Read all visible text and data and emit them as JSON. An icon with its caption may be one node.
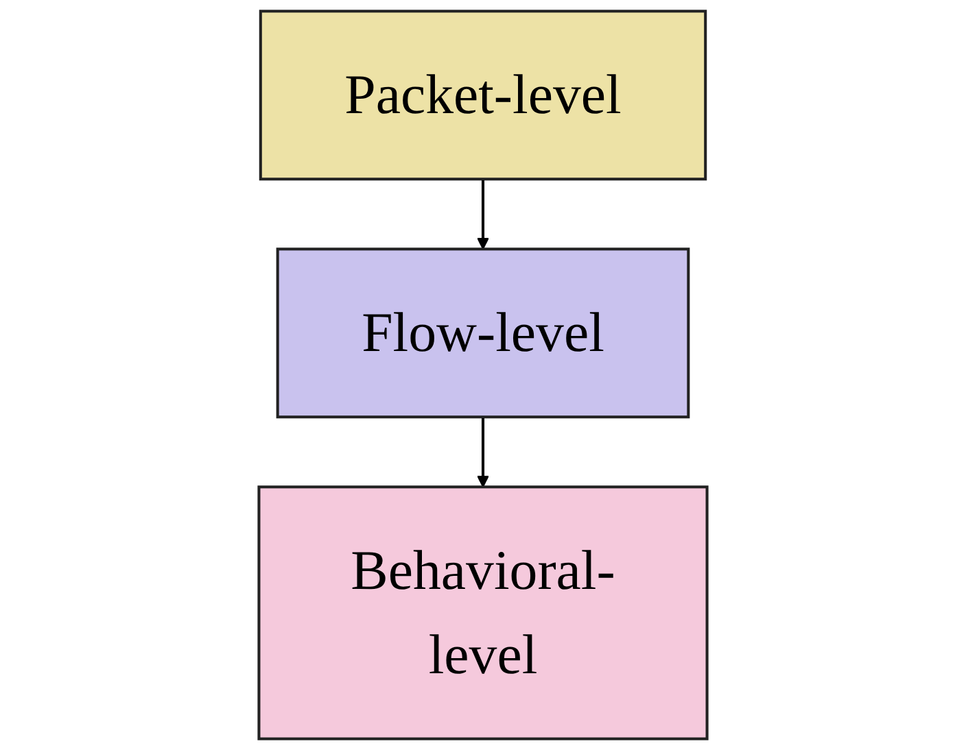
{
  "diagram": {
    "nodes": [
      {
        "text": [
          "Packet-level"
        ]
      },
      {
        "text": [
          "Flow-level"
        ]
      },
      {
        "text": [
          "Behavioral-level"
        ]
      }
    ],
    "edges": [
      {
        "from": 0,
        "to": 1,
        "arrow": "to"
      },
      {
        "from": 1,
        "to": 2,
        "arrow": "to"
      }
    ]
  }
}
